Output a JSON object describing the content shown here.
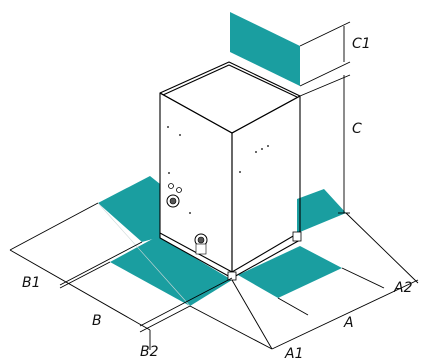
{
  "colors": {
    "clearance_zone": "#1a9ea0",
    "cabinet_face": "#ffffff",
    "line": "#000000",
    "background": "#ffffff"
  },
  "labels": {
    "c1": "C1",
    "c": "C",
    "b1": "B1",
    "b": "B",
    "b2": "B2",
    "a": "A",
    "a1": "A1",
    "a2": "A2"
  }
}
